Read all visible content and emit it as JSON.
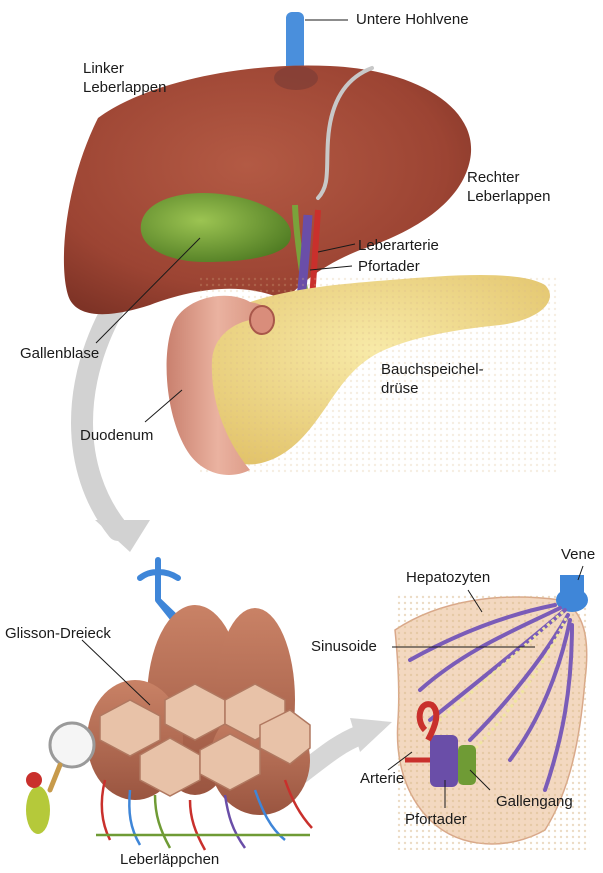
{
  "labels": {
    "untere_hohlvene": "Untere Hohlvene",
    "linker_leberlappen": [
      "Linker",
      "Leberlappen"
    ],
    "rechter_leberlappen": [
      "Rechter",
      "Leberlappen"
    ],
    "leberarterie": "Leberarterie",
    "pfortader_top": "Pfortader",
    "gallenblase": "Gallenblase",
    "bauchspeicheldruese": [
      "Bauchspeichel-",
      "drüse"
    ],
    "duodenum": "Duodenum",
    "vene": "Vene",
    "hepatozyten": "Hepatozyten",
    "glisson_dreieck": "Glisson-Dreieck",
    "sinusoide": "Sinusoide",
    "arterie": "Arterie",
    "gallengang": "Gallengang",
    "pfortader_bottom": "Pfortader",
    "leberlaeppchen": "Leberläppchen"
  },
  "colors": {
    "liver": "#9c4433",
    "liver_light": "#b8604a",
    "gallbladder": "#6f9b35",
    "pancreas": "#f1dc8c",
    "duodenum": "#e3a08c",
    "vein_blue": "#3f86d8",
    "artery_red": "#c9302c",
    "portal_purple": "#6a4ea8",
    "arrow_gray": "#cfcfcf"
  }
}
